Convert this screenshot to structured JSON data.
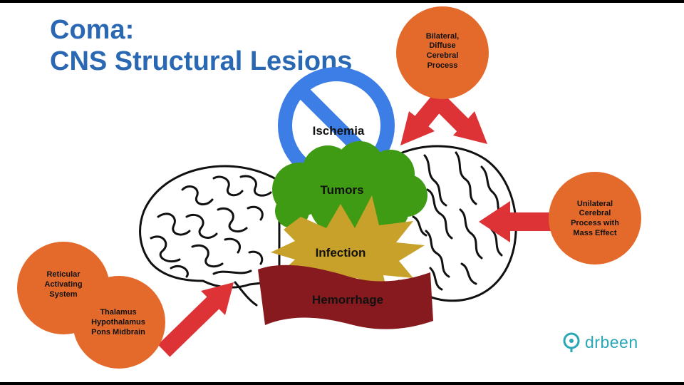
{
  "title": {
    "line1": "Coma:",
    "line2": "CNS Structural Lesions"
  },
  "lesions": {
    "ischemia": "Ischemia",
    "tumors": "Tumors",
    "infection": "Infection",
    "hemorrhage": "Hemorrhage"
  },
  "circles": {
    "bilateral": "Bilateral, Diffuse Cerebral Process",
    "unilateral": "Unilateral Cerebral Process with Mass Effect",
    "reticular": "Reticular Activating System",
    "thalamus": "Thalamus Hypothalamus Pons Midbrain"
  },
  "logo": {
    "text": "drbeen",
    "icon": "stethoscope-icon"
  },
  "colors": {
    "title": "#2a68b4",
    "circle_fill": "#e46a2b",
    "arrow": "#dd3236",
    "ischemia_ring": "#3d7ee6",
    "tumor_green": "#3f9a14",
    "infection_gold": "#c7a12a",
    "hemorrhage_red": "#861a1e",
    "logo": "#2aa7b5"
  }
}
